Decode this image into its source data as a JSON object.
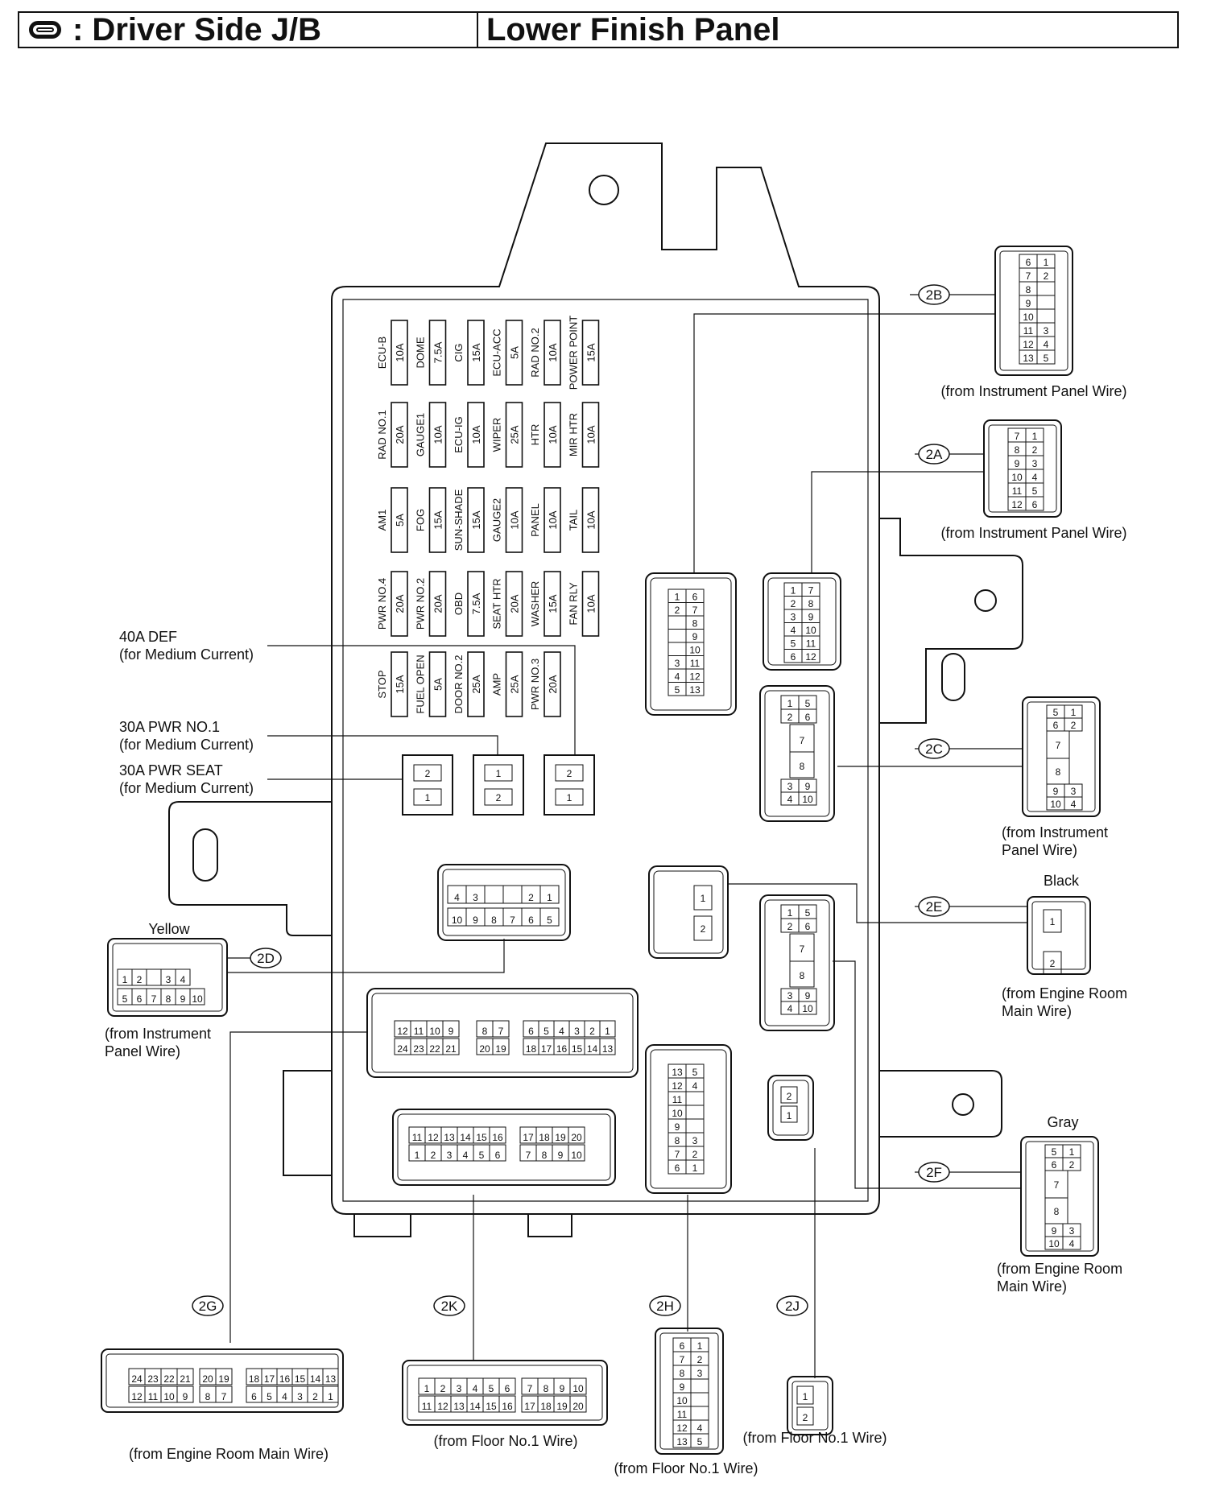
{
  "header": {
    "location_label": ": Driver Side J/B",
    "component_label": "Lower Finish Panel"
  },
  "fuse_rows": [
    [
      {
        "name": "ECU-B",
        "amp": "10A"
      },
      {
        "name": "DOME",
        "amp": "7.5A"
      },
      {
        "name": "CIG",
        "amp": "15A"
      },
      {
        "name": "ECU-ACC",
        "amp": "5A"
      },
      {
        "name": "RAD NO.2",
        "amp": "10A"
      },
      {
        "name": "POWER POINT",
        "amp": "15A"
      }
    ],
    [
      {
        "name": "RAD NO.1",
        "amp": "20A"
      },
      {
        "name": "GAUGE1",
        "amp": "10A"
      },
      {
        "name": "ECU-IG",
        "amp": "10A"
      },
      {
        "name": "WIPER",
        "amp": "25A"
      },
      {
        "name": "HTR",
        "amp": "10A"
      },
      {
        "name": "MIR HTR",
        "amp": "10A"
      }
    ],
    [
      {
        "name": "AM1",
        "amp": "5A"
      },
      {
        "name": "FOG",
        "amp": "15A"
      },
      {
        "name": "SUN-SHADE",
        "amp": "15A"
      },
      {
        "name": "GAUGE2",
        "amp": "10A"
      },
      {
        "name": "PANEL",
        "amp": "10A"
      },
      {
        "name": "TAIL",
        "amp": "10A"
      }
    ],
    [
      {
        "name": "PWR NO.4",
        "amp": "20A"
      },
      {
        "name": "PWR NO.2",
        "amp": "20A"
      },
      {
        "name": "OBD",
        "amp": "7.5A"
      },
      {
        "name": "SEAT HTR",
        "amp": "20A"
      },
      {
        "name": "WASHER",
        "amp": "15A"
      },
      {
        "name": "FAN RLY",
        "amp": "10A"
      }
    ],
    [
      {
        "name": "STOP",
        "amp": "15A"
      },
      {
        "name": "FUEL OPEN",
        "amp": "5A"
      },
      {
        "name": "DOOR NO.2",
        "amp": "25A"
      },
      {
        "name": "AMP",
        "amp": "25A"
      },
      {
        "name": "PWR NO.3",
        "amp": "20A"
      }
    ]
  ],
  "medium_fuses": [
    {
      "label1": "40A DEF",
      "label2": "(for Medium Current)"
    },
    {
      "label1": "30A PWR NO.1",
      "label2": "(for Medium Current)"
    },
    {
      "label1": "30A PWR SEAT",
      "label2": "(for Medium Current)"
    }
  ],
  "relay_pins": {
    "a": [
      "2",
      "1"
    ],
    "b": [
      "1",
      "2"
    ],
    "c": [
      "2",
      "1"
    ]
  },
  "connectors": {
    "c2B": {
      "id": "2B",
      "source": "(from Instrument Panel Wire)",
      "pins": [
        [
          "6",
          "1"
        ],
        [
          "7",
          "2"
        ],
        [
          "8",
          ""
        ],
        [
          "9",
          ""
        ],
        [
          "10",
          ""
        ],
        [
          "11",
          "3"
        ],
        [
          "12",
          "4"
        ],
        [
          "13",
          "5"
        ]
      ]
    },
    "c2A": {
      "id": "2A",
      "source": "(from Instrument Panel Wire)",
      "pins": [
        [
          "7",
          "1"
        ],
        [
          "8",
          "2"
        ],
        [
          "9",
          "3"
        ],
        [
          "10",
          "4"
        ],
        [
          "11",
          "5"
        ],
        [
          "12",
          "6"
        ]
      ]
    },
    "c2C": {
      "id": "2C",
      "source1": "(from Instrument",
      "source2": "Panel Wire)",
      "pins": [
        [
          "5",
          "1"
        ],
        [
          "6",
          "2"
        ],
        [
          "7",
          ""
        ],
        [
          "8",
          ""
        ],
        [
          "9",
          "3"
        ],
        [
          "10",
          "4"
        ]
      ]
    },
    "c2E": {
      "id": "2E",
      "color": "Black",
      "source1": "(from Engine Room",
      "source2": "Main Wire)",
      "pins": [
        "1",
        "2"
      ]
    },
    "c2F": {
      "id": "2F",
      "color": "Gray",
      "source1": "(from Engine Room",
      "source2": "Main Wire)",
      "pins": [
        [
          "5",
          "1"
        ],
        [
          "6",
          "2"
        ],
        [
          "7",
          ""
        ],
        [
          "8",
          ""
        ],
        [
          "9",
          "3"
        ],
        [
          "10",
          "4"
        ]
      ]
    },
    "c2D": {
      "id": "2D",
      "color": "Yellow",
      "source1": "(from Instrument",
      "source2": "Panel Wire)",
      "top": [
        "1",
        "2",
        "",
        "3",
        "4"
      ],
      "bottom": [
        "5",
        "6",
        "7",
        "8",
        "9",
        "10"
      ]
    },
    "c2G": {
      "id": "2G",
      "source": "(from Engine Room Main Wire)",
      "top": [
        "24",
        "23",
        "22",
        "21",
        "20",
        "19",
        "18",
        "17",
        "16",
        "15",
        "14",
        "13"
      ],
      "bottom": [
        "12",
        "11",
        "10",
        "9",
        "8",
        "7",
        "6",
        "5",
        "4",
        "3",
        "2",
        "1"
      ]
    },
    "c2K": {
      "id": "2K",
      "source": "(from Floor No.1 Wire)",
      "top": [
        "1",
        "2",
        "3",
        "4",
        "5",
        "6",
        "7",
        "8",
        "9",
        "10"
      ],
      "bottom": [
        "11",
        "12",
        "13",
        "14",
        "15",
        "16",
        "17",
        "18",
        "19",
        "20"
      ]
    },
    "c2H": {
      "id": "2H",
      "source": "(from Floor No.1 Wire)",
      "pins": [
        [
          "6",
          "1"
        ],
        [
          "7",
          "2"
        ],
        [
          "8",
          "3"
        ],
        [
          "9",
          ""
        ],
        [
          "10",
          ""
        ],
        [
          "11",
          ""
        ],
        [
          "12",
          "4"
        ],
        [
          "13",
          "5"
        ]
      ]
    },
    "c2J": {
      "id": "2J",
      "source": "(from Floor No.1 Wire)",
      "pins": [
        "1",
        "2"
      ]
    }
  },
  "jb_sockets": {
    "s2B": [
      [
        "1",
        "6"
      ],
      [
        "2",
        "7"
      ],
      [
        "",
        "8"
      ],
      [
        "",
        "9"
      ],
      [
        "",
        "10"
      ],
      [
        "3",
        "11"
      ],
      [
        "4",
        "12"
      ],
      [
        "5",
        "13"
      ]
    ],
    "s2A": [
      [
        "1",
        "7"
      ],
      [
        "2",
        "8"
      ],
      [
        "3",
        "9"
      ],
      [
        "4",
        "10"
      ],
      [
        "5",
        "11"
      ],
      [
        "6",
        "12"
      ]
    ],
    "s2C": [
      [
        "1",
        "5"
      ],
      [
        "2",
        "6"
      ],
      [
        "",
        "7"
      ],
      [
        "",
        "8"
      ],
      [
        "3",
        "9"
      ],
      [
        "4",
        "10"
      ]
    ],
    "s2E": [
      "1",
      "2"
    ],
    "s2F": [
      [
        "1",
        "5"
      ],
      [
        "2",
        "6"
      ],
      [
        "",
        "7"
      ],
      [
        "",
        "8"
      ],
      [
        "3",
        "9"
      ],
      [
        "4",
        "10"
      ]
    ],
    "s2D": {
      "top": [
        "4",
        "3",
        "",
        "",
        "2",
        "1"
      ],
      "bottom": [
        "10",
        "9",
        "8",
        "7",
        "6",
        "5"
      ]
    },
    "s2G": {
      "top": [
        "12",
        "11",
        "10",
        "9",
        "8",
        "7",
        "6",
        "5",
        "4",
        "3",
        "2",
        "1"
      ],
      "bottom": [
        "24",
        "23",
        "22",
        "21",
        "20",
        "19",
        "18",
        "17",
        "16",
        "15",
        "14",
        "13"
      ]
    },
    "s2K": {
      "top": [
        "11",
        "12",
        "13",
        "14",
        "15",
        "16",
        "17",
        "18",
        "19",
        "20"
      ],
      "bottom": [
        "1",
        "2",
        "3",
        "4",
        "5",
        "6",
        "7",
        "8",
        "9",
        "10"
      ]
    },
    "s2H": [
      [
        "13",
        "5"
      ],
      [
        "12",
        "4"
      ],
      [
        "11",
        ""
      ],
      [
        "10",
        ""
      ],
      [
        "9",
        ""
      ],
      [
        "8",
        "3"
      ],
      [
        "7",
        "2"
      ],
      [
        "6",
        "1"
      ]
    ],
    "s2J": [
      "2",
      "1"
    ]
  }
}
